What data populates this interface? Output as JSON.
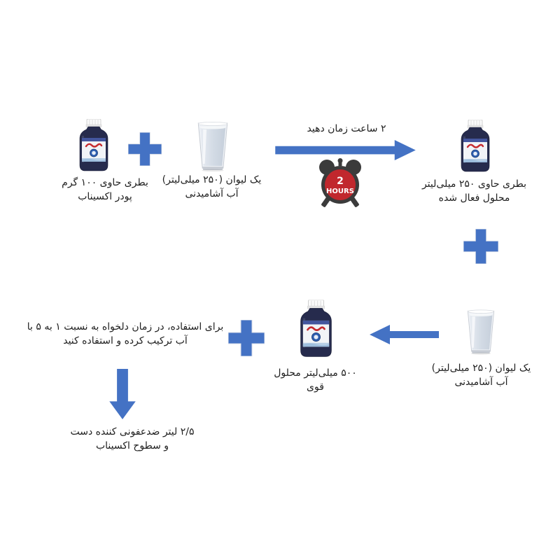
{
  "diagram_title": "Oxinab disinfectant preparation flow",
  "colors": {
    "accent_blue": "#4472C4",
    "clock_body": "#3B3B3B",
    "clock_face_red": "#C1272D",
    "brand_red": "#C62B2F",
    "bottle_navy": "#262B4D",
    "text": "#1F1F1F",
    "background": "#FFFFFF"
  },
  "icons": {
    "powder_bottle": "bottle-icon",
    "activated_bottle": "bottle-icon",
    "strong_bottle": "bottle-icon",
    "water_glass": "glass-icon",
    "plus": "plus-icon",
    "wait_arrow": "arrow-right-icon",
    "mix_arrow": "arrow-left-icon",
    "result_arrow": "arrow-down-icon",
    "clock": "alarm-clock-icon"
  },
  "step1": {
    "powder_bottle_caption_line1": "بطری حاوی ۱۰۰ گرم",
    "powder_bottle_caption_line2": "پودر اکسیناب",
    "water_glass_caption_line1": "یک لیوان (۲۵۰ میلی‌لیتر)",
    "water_glass_caption_line2": "آب آشامیدنی",
    "wait_arrow_label": "۲ ساعت زمان دهید",
    "clock_badge_line1": "2",
    "clock_badge_line2": "HOURS",
    "activated_bottle_caption_line1": "بطری حاوی ۲۵۰ میلی‌لیتر",
    "activated_bottle_caption_line2": "محلول فعال شده"
  },
  "step2": {
    "water_glass_caption_line1": "یک لیوان (۲۵۰ میلی‌لیتر)",
    "water_glass_caption_line2": "آب آشامیدنی",
    "strong_bottle_caption_line1": "۵۰۰ میلی‌لیتر محلول",
    "strong_bottle_caption_line2": "قوی",
    "usage_note_line1": "برای استفاده، در زمان دلخواه به نسبت ۱ به ۵ با",
    "usage_note_line2": "آب ترکیب کرده و استفاده کنید"
  },
  "result": {
    "line1": "۲/۵ لیتر ضدعفونی کننده دست",
    "line2": "و سطوح اکسیناب"
  }
}
